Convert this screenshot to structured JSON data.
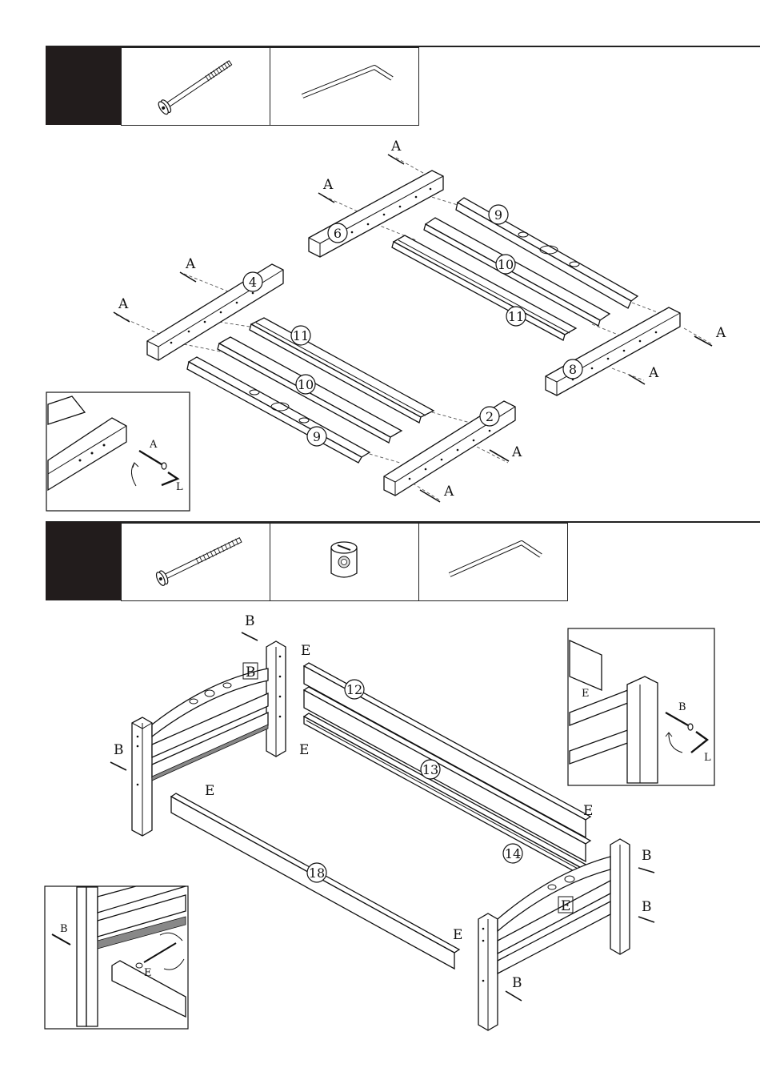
{
  "steps": [
    {
      "parts": [
        {
          "icon": "bolt-icon"
        },
        {
          "icon": "allen-key-icon"
        }
      ]
    },
    {
      "parts": [
        {
          "icon": "bolt-icon"
        },
        {
          "icon": "barrel-nut-icon"
        },
        {
          "icon": "allen-key-icon"
        }
      ]
    }
  ],
  "labels": {
    "bolt_a": "A",
    "bolt_b": "B",
    "barrel_nut": "E",
    "allen_key": "L"
  },
  "part_numbers": {
    "p2": "2",
    "p4": "4",
    "p6": "6",
    "p8": "8",
    "p9": "9",
    "p10": "10",
    "p11": "11",
    "p12": "12",
    "p13": "13",
    "p14": "14",
    "p18": "18"
  }
}
